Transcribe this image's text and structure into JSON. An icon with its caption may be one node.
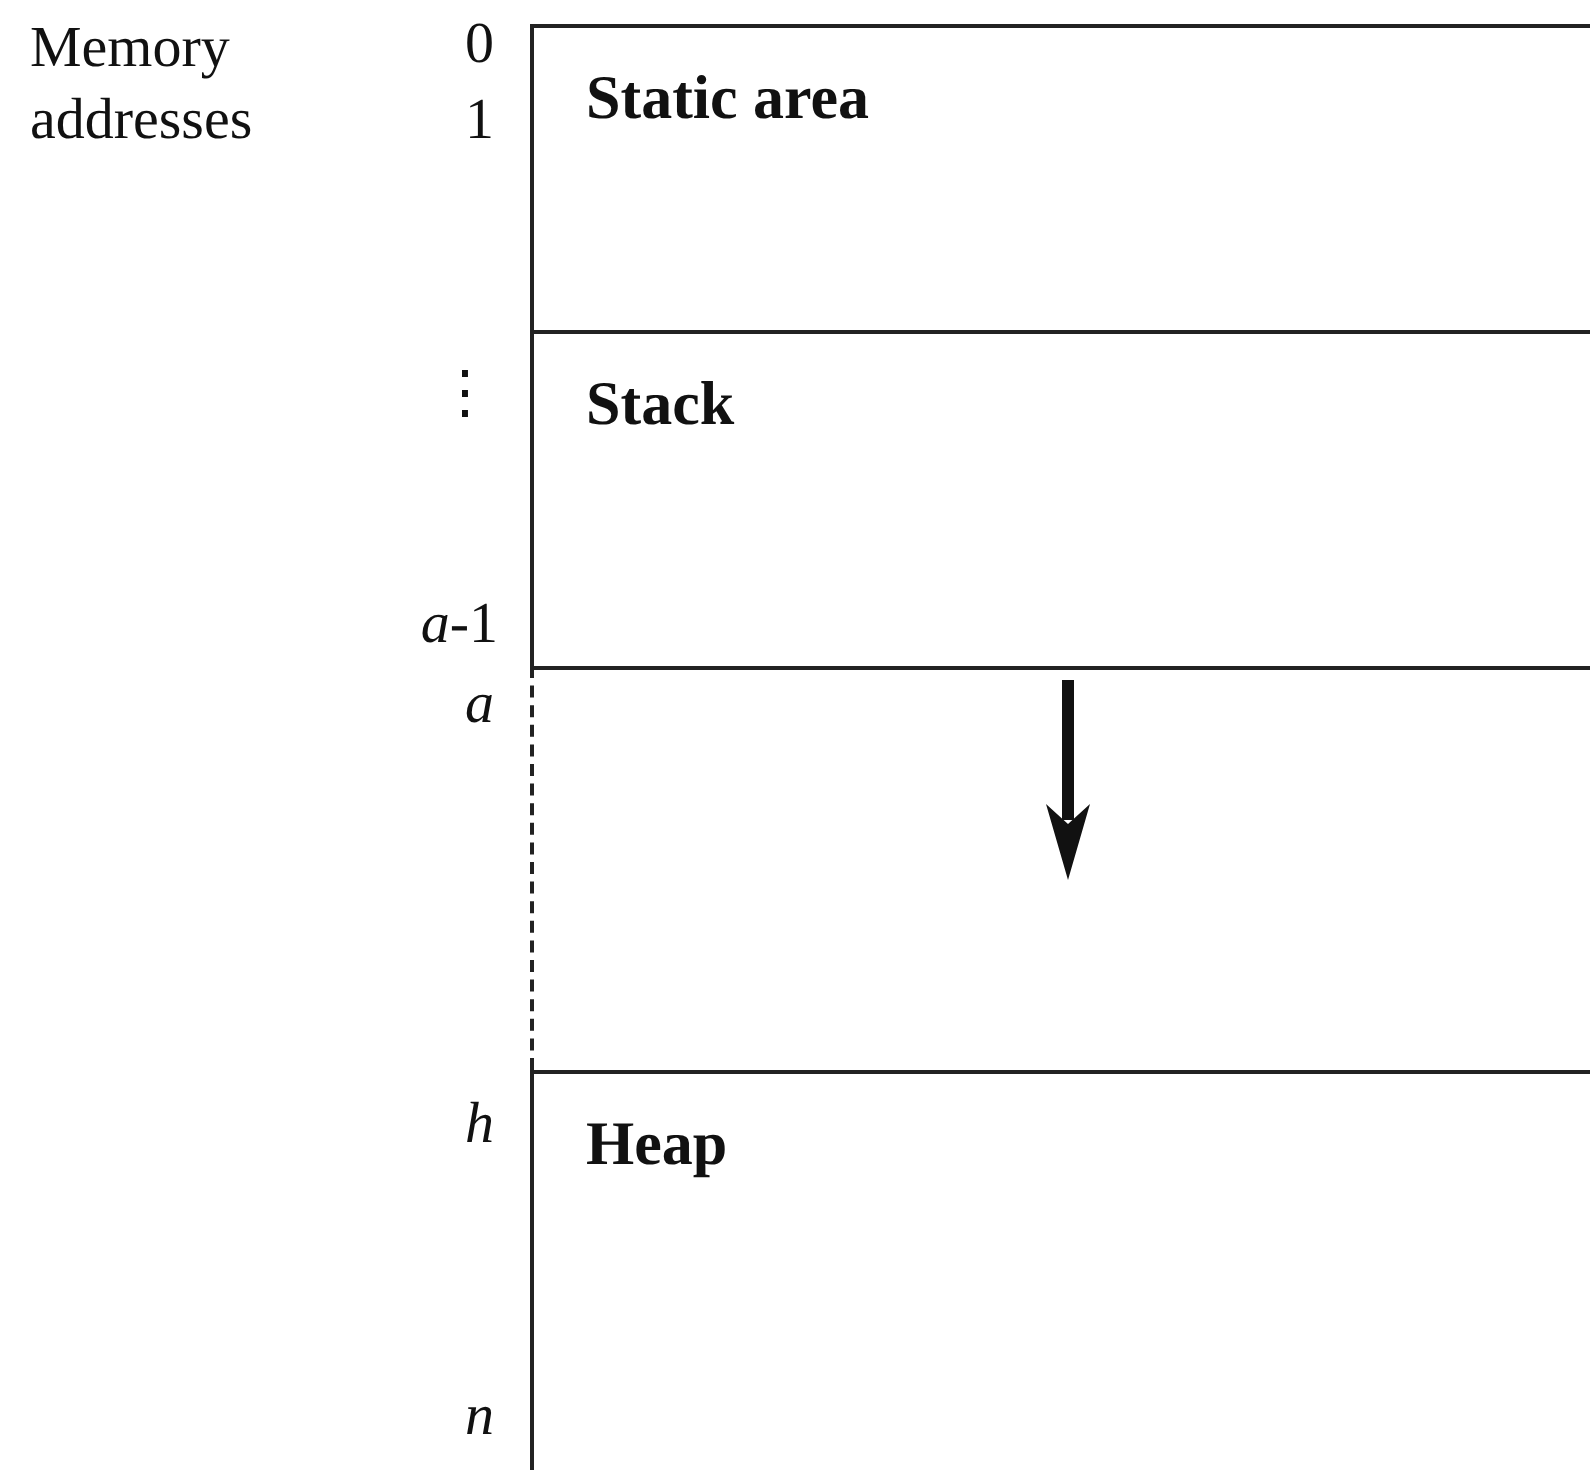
{
  "diagram": {
    "nodes": [
      {
        "text": [
          "Static area"
        ]
      },
      {
        "text": [
          "Stack"
        ]
      },
      {
        "text": [],
        "shape": "box"
      },
      {
        "text": [
          "Heap"
        ]
      }
    ],
    "labels": [
      "Memory addresses",
      "0",
      "1",
      "⋮",
      "*a*-1",
      "a",
      "h",
      "n"
    ]
  }
}
